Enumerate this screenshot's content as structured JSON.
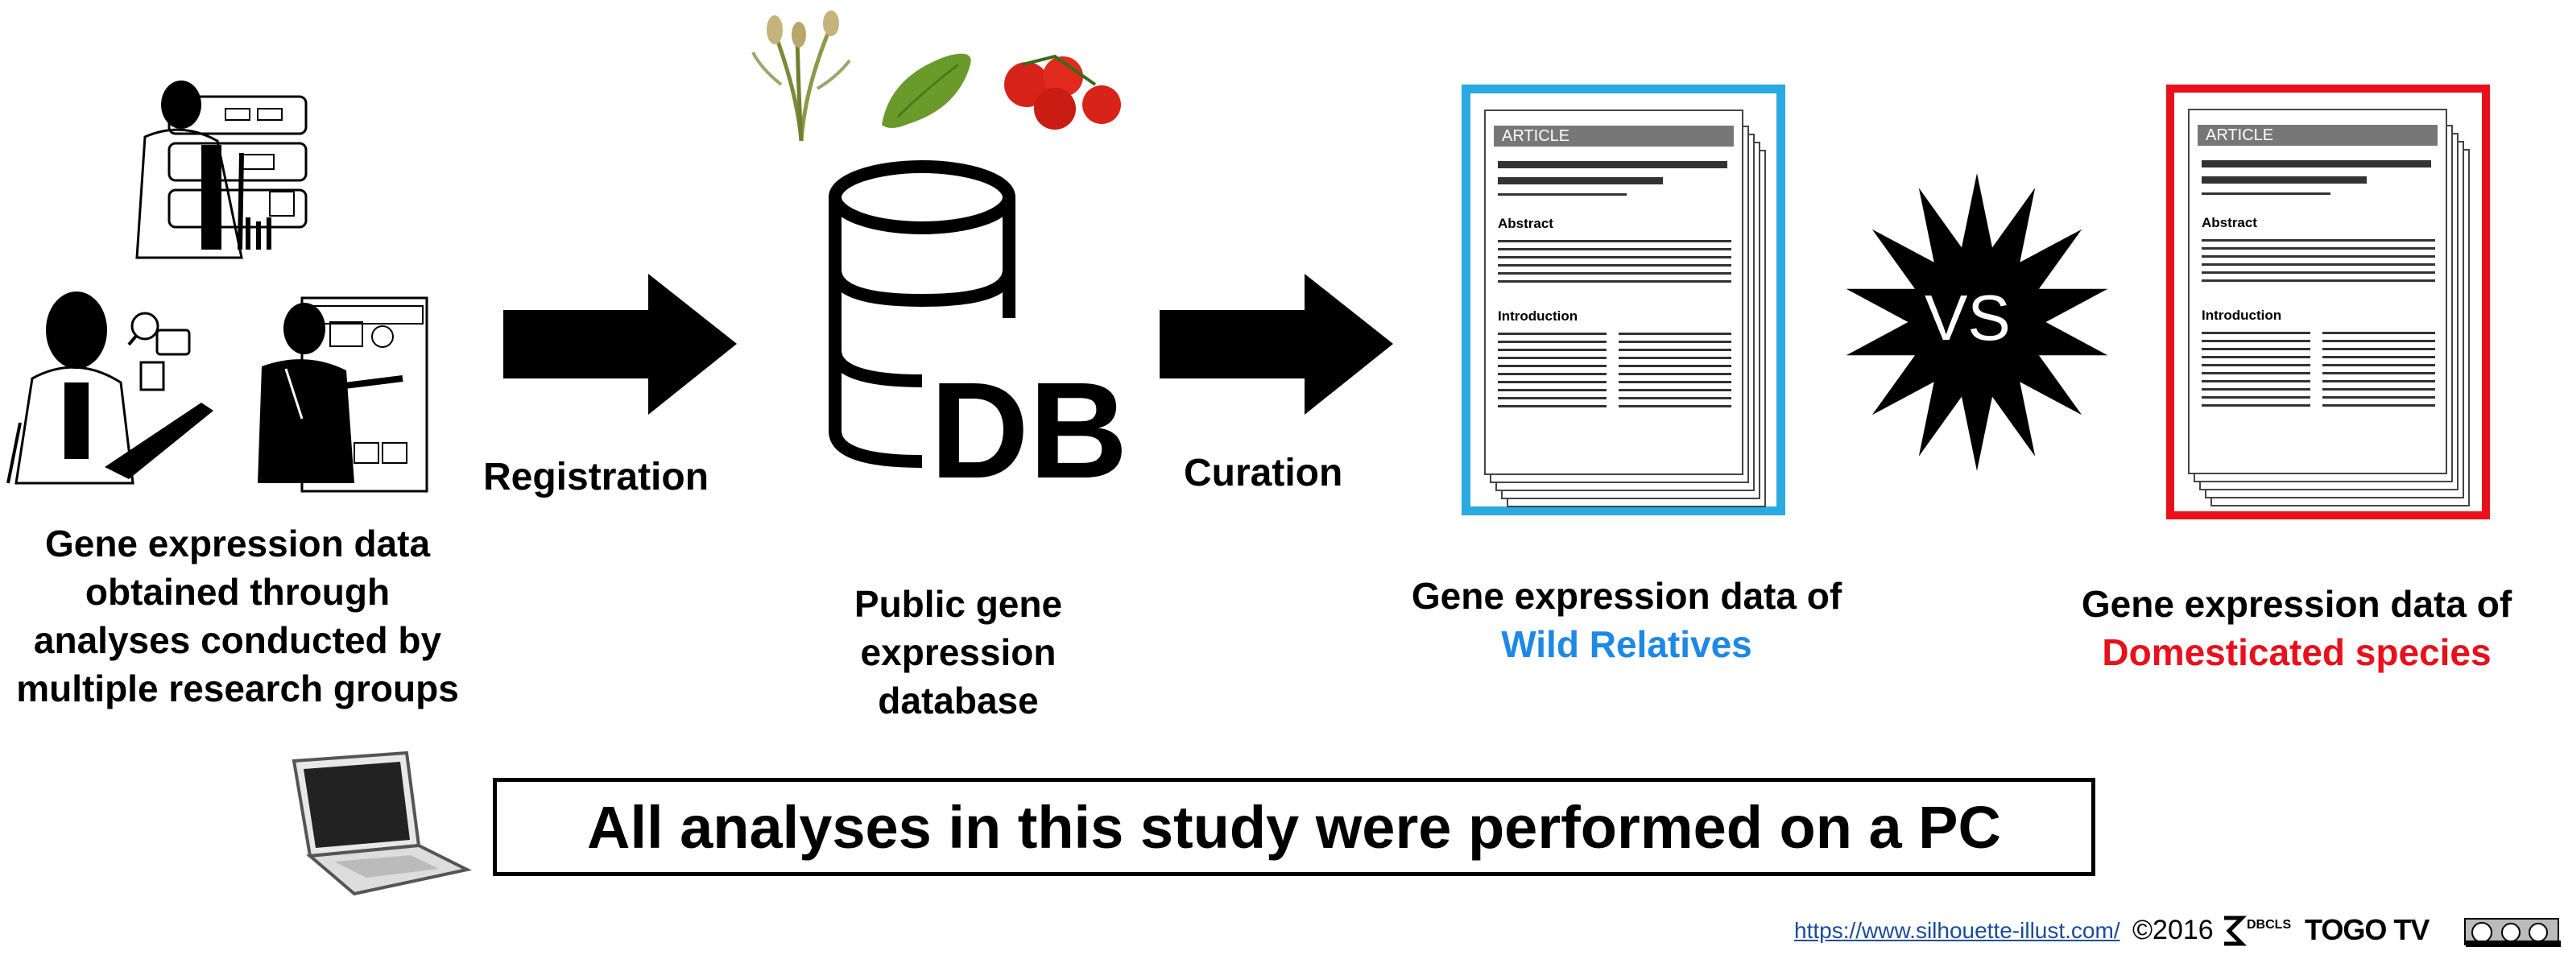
{
  "steps": {
    "groups_caption": [
      "Gene expression data",
      "obtained through",
      "analyses conducted by",
      "multiple research groups"
    ],
    "registration_label": "Registration",
    "db_caption": [
      "Public gene",
      "expression database"
    ],
    "db_text": "DB",
    "curation_label": "Curation",
    "wild_caption": "Gene expression data of",
    "wild_highlight": "Wild Relatives",
    "vs_text": "VS",
    "domestic_caption": "Gene expression data of",
    "domestic_highlight": "Domesticated species"
  },
  "article": {
    "header": "ARTICLE",
    "abstract": "Abstract",
    "introduction": "Introduction"
  },
  "banner": "All analyses in this study were performed on a PC",
  "footer": {
    "url": "https://www.silhouette-illust.com/",
    "copyright": "©2016",
    "dbcls": "DBCLS",
    "togotv": "TOGO TV"
  },
  "colors": {
    "wild": "#1e88e5",
    "wild_frame": "#29aae1",
    "domestic": "#e8101a",
    "domestic_frame": "#e8101a"
  }
}
